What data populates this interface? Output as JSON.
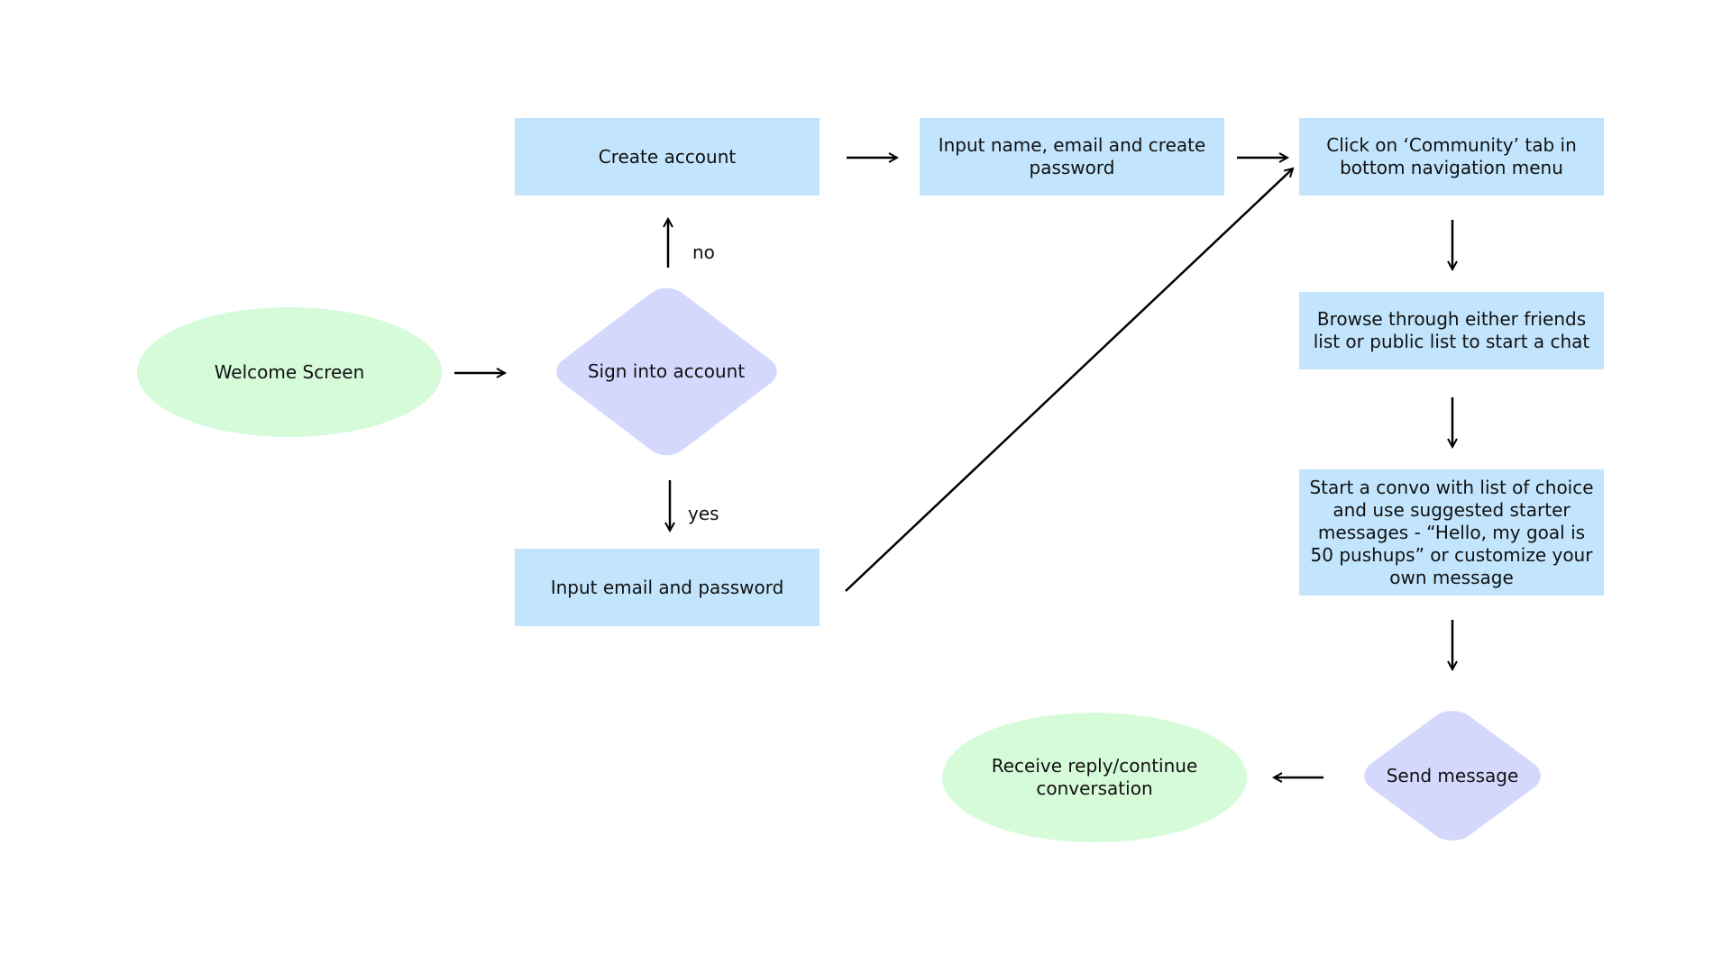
{
  "nodes": {
    "welcome": "Welcome Screen",
    "sign_in": "Sign into account",
    "create_account": "Create account",
    "input_name": "Input name, email and create password",
    "input_email": "Input email and password",
    "click_community": "Click on ‘Community’ tab in bottom navigation menu",
    "browse": "Browse through either friends list or public list to start a chat",
    "start_convo": "Start a convo with list of choice and use suggested starter messages - “Hello, my goal is 50 pushups” or customize your own message",
    "send_message": "Send message",
    "receive_reply": "Receive reply/continue conversation"
  },
  "edge_labels": {
    "no": "no",
    "yes": "yes"
  },
  "colors": {
    "process": "#c2e5fd",
    "terminal": "#d5fbd9",
    "decision": "#d5d8fd",
    "arrow": "#000000"
  }
}
